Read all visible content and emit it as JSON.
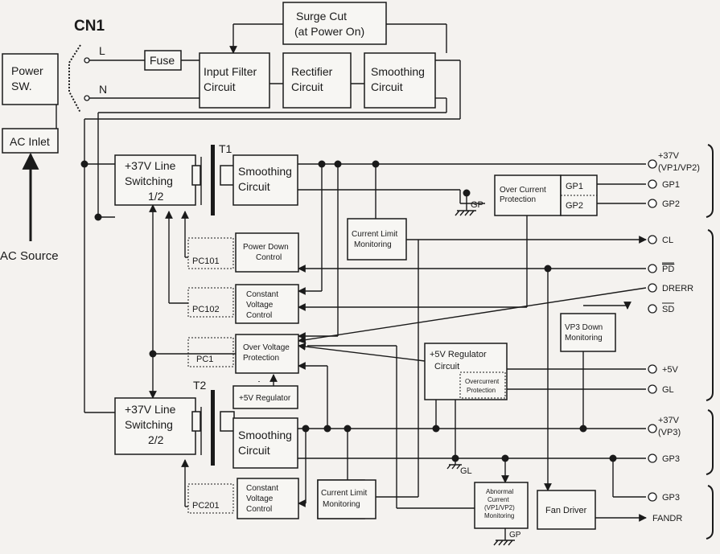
{
  "connector_label": "CN1",
  "line_labels": {
    "live": "L",
    "neutral": "N"
  },
  "blocks": {
    "power_sw": [
      "Power",
      "SW."
    ],
    "ac_inlet": "AC Inlet",
    "fuse": "Fuse",
    "surge_cut": [
      "Surge Cut",
      "(at Power On)"
    ],
    "input_filter": [
      "Input Filter",
      "Circuit"
    ],
    "rectifier": [
      "Rectifier",
      "Circuit"
    ],
    "smoothing_main": [
      "Smoothing",
      "Circuit"
    ],
    "sw1": [
      "+37V Line",
      "Switching",
      "1/2"
    ],
    "smoothing1": [
      "Smoothing",
      "Circuit"
    ],
    "over_current": [
      "Over Current",
      "Protection"
    ],
    "gp1_cell": "GP1",
    "gp2_cell": "GP2",
    "cur_limit1": [
      "Current Limit",
      "Monitoring"
    ],
    "power_down": [
      "Power Down",
      "Control"
    ],
    "const_v1": [
      "Constant",
      "Voltage",
      "Control"
    ],
    "over_voltage": [
      "Over Voltage",
      "Protection"
    ],
    "reg5v_small": "+5V Regulator",
    "reg5v": [
      "+5V Regulator",
      "Circuit"
    ],
    "overcurrent_small": [
      "Overcurrent",
      "Protection"
    ],
    "vp3_down": [
      "VP3 Down",
      "Monitoring"
    ],
    "sw2": [
      "+37V Line",
      "Switching",
      "2/2"
    ],
    "smoothing2": [
      "Smoothing",
      "Circuit"
    ],
    "const_v2": [
      "Constant",
      "Voltage",
      "Control"
    ],
    "cur_limit2": [
      "Current Limit",
      "Monitoring"
    ],
    "abnormal": [
      "Abnormal",
      "Current",
      "(VP1/VP2)",
      "Monitoring"
    ],
    "fan_driver": "Fan Driver"
  },
  "photocouplers": [
    "PC101",
    "PC102",
    "PC1",
    "PC201"
  ],
  "transformers": [
    "T1",
    "T2"
  ],
  "ground_labels": {
    "gp_top": "GP",
    "gl": "GL",
    "gp_bottom": "GP"
  },
  "outputs": {
    "vp12": [
      "+37V",
      "(VP1/VP2)"
    ],
    "gp1": "GP1",
    "gp2": "GP2",
    "cl": "CL",
    "pd": "PD",
    "drerr": "DRERR",
    "sd": "SD",
    "v5": "+5V",
    "gl": "GL",
    "vp3": [
      "+37V",
      "(VP3)"
    ],
    "gp3a": "GP3",
    "gp3b": "GP3",
    "fandr": "FANDR"
  },
  "ac_source": "AC Source"
}
